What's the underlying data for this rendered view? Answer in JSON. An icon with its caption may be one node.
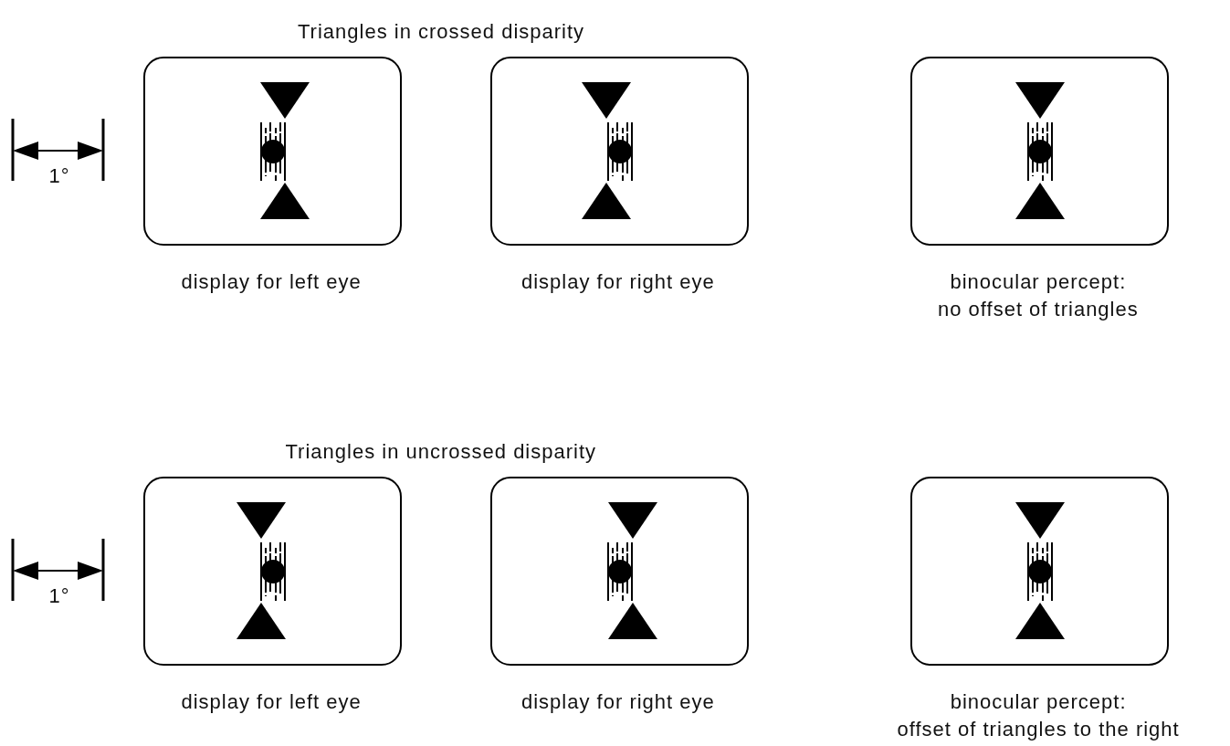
{
  "diagram": {
    "nodes": [
      {
        "text": [],
        "shape": "box",
        "beside": [
          "display for left eye"
        ]
      },
      {
        "text": [],
        "shape": "box",
        "beside": [
          "display for right eye"
        ]
      },
      {
        "text": [],
        "shape": "box",
        "beside": [
          "binocular percept: no offset of triangles"
        ]
      },
      {
        "text": [],
        "shape": "box",
        "beside": [
          "display for left eye"
        ]
      },
      {
        "text": [],
        "shape": "box",
        "beside": [
          "display for right eye"
        ]
      },
      {
        "text": [],
        "shape": "box",
        "beside": [
          "binocular percept: offset of triangles to the right"
        ]
      }
    ],
    "edges": [],
    "labels": [
      "Triangles in crossed disparity",
      "1°",
      "Triangles in uncrossed disparity",
      "1°"
    ]
  }
}
